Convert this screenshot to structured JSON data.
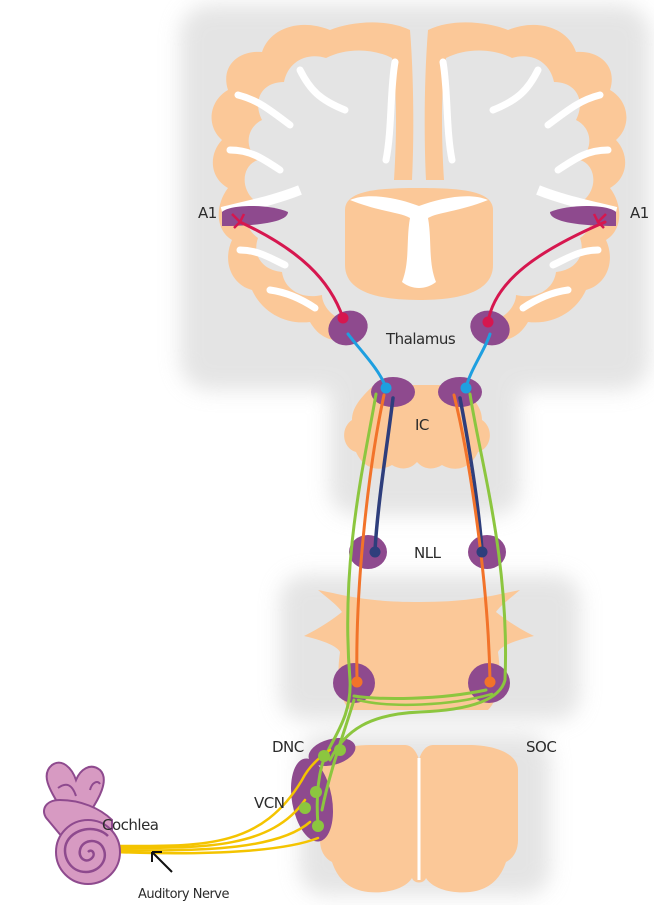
{
  "labels": {
    "a1_left": "A1",
    "a1_right": "A1",
    "thalamus": "Thalamus",
    "ic": "IC",
    "nll": "NLL",
    "soc": "SOC",
    "dnc": "DNC",
    "vcn": "VCN",
    "cochlea": "Cochlea",
    "auditory_nerve": "Auditory Nerve"
  },
  "colors": {
    "tissue": "#fbc898",
    "nucleus": "#8e4a8e",
    "cochlea": "#d79ac2",
    "a1_pathway": "#d6174f",
    "thalamus_pathway": "#1e9fe0",
    "nll_pathway": "#2e3e7c",
    "soc_pathway": "#f2732a",
    "ascending_pathway": "#8cc63f",
    "auditory_nerve": "#f4c400"
  }
}
